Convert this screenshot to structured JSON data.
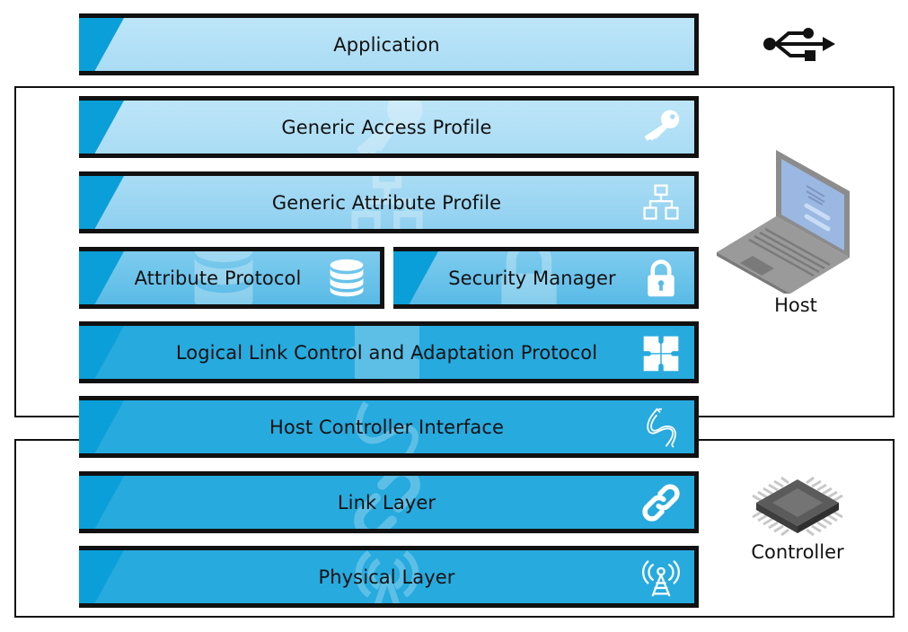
{
  "diagram": {
    "title": "Bluetooth Low Energy Protocol Stack",
    "layers": [
      {
        "id": "application",
        "label": "Application",
        "icon": "usb-icon",
        "group": "none"
      },
      {
        "id": "gap",
        "label": "Generic Access Profile",
        "icon": "key-icon",
        "group": "host"
      },
      {
        "id": "gatt",
        "label": "Generic Attribute Profile",
        "icon": "network-hierarchy-icon",
        "group": "host"
      },
      {
        "id": "att",
        "label": "Attribute Protocol",
        "icon": "database-icon",
        "group": "host"
      },
      {
        "id": "sm",
        "label": "Security Manager",
        "icon": "lock-icon",
        "group": "host"
      },
      {
        "id": "l2cap",
        "label": "Logical Link Control and Adaptation Protocol",
        "icon": "puzzle-icon",
        "group": "host"
      },
      {
        "id": "hci",
        "label": "Host Controller Interface",
        "icon": "usb-cable-icon",
        "group": "boundary"
      },
      {
        "id": "ll",
        "label": "Link Layer",
        "icon": "link-icon",
        "group": "controller"
      },
      {
        "id": "phy",
        "label": "Physical Layer",
        "icon": "antenna-tower-icon",
        "group": "controller"
      }
    ],
    "groups": {
      "host": {
        "label": "Host",
        "icon": "laptop-icon"
      },
      "controller": {
        "label": "Controller",
        "icon": "microchip-icon"
      }
    },
    "top_icon": "usb-icon",
    "colors": {
      "tab": "#0a9fd8",
      "light_layer": "#b5e2f7",
      "mid_layer": "#6cc4ec",
      "deep_layer": "#27aade",
      "border": "#111111"
    }
  }
}
